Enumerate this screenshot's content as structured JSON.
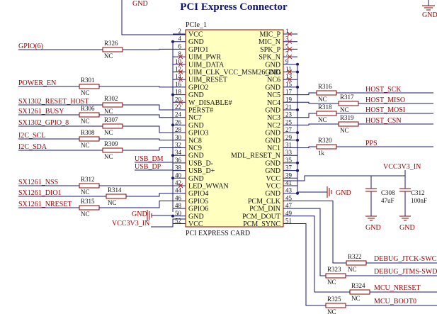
{
  "title": "PCI Express Connector",
  "top_gnd_label": "GND",
  "connector": {
    "ref": "PCIe_1",
    "name": "PCI EXPRESS CARD",
    "left_pins": [
      {
        "num": "2",
        "name": "VCC"
      },
      {
        "num": "4",
        "name": "GND"
      },
      {
        "num": "6",
        "name": "GPIO1"
      },
      {
        "num": "8",
        "name": "UIM_PWR"
      },
      {
        "num": "10",
        "name": "UIM_DATA"
      },
      {
        "num": "12",
        "name": "UIM_CLK_VCC_MSM26_DIG"
      },
      {
        "num": "14",
        "name": "UIM_RESET"
      },
      {
        "num": "16",
        "name": "GPIO2"
      },
      {
        "num": "18",
        "name": "GND"
      },
      {
        "num": "20",
        "name": "W_DISABLE#"
      },
      {
        "num": "22",
        "name": "PERST#"
      },
      {
        "num": "24",
        "name": "NC7"
      },
      {
        "num": "26",
        "name": "GND"
      },
      {
        "num": "28",
        "name": "GPIO3"
      },
      {
        "num": "30",
        "name": "NC8"
      },
      {
        "num": "32",
        "name": "NC9"
      },
      {
        "num": "34",
        "name": "GND"
      },
      {
        "num": "36",
        "name": "USB_D-"
      },
      {
        "num": "38",
        "name": "USB_D+"
      },
      {
        "num": "40",
        "name": "GND"
      },
      {
        "num": "42",
        "name": "LED_WWAN"
      },
      {
        "num": "44",
        "name": "GPIO4"
      },
      {
        "num": "46",
        "name": "GPIO5"
      },
      {
        "num": "48",
        "name": "GPIO6"
      },
      {
        "num": "50",
        "name": "GND"
      },
      {
        "num": "52",
        "name": "VCC"
      }
    ],
    "right_pins": [
      {
        "num": "1",
        "name": "MIC_P"
      },
      {
        "num": "3",
        "name": "MIC_N"
      },
      {
        "num": "5",
        "name": "SPK_P"
      },
      {
        "num": "7",
        "name": "SPK_N"
      },
      {
        "num": "9",
        "name": "GND"
      },
      {
        "num": "11",
        "name": "GND"
      },
      {
        "num": "13",
        "name": "NC6"
      },
      {
        "num": "15",
        "name": "GND"
      },
      {
        "num": "17",
        "name": "NC5"
      },
      {
        "num": "19",
        "name": "NC4"
      },
      {
        "num": "21",
        "name": "GND"
      },
      {
        "num": "23",
        "name": "NC3"
      },
      {
        "num": "25",
        "name": "NC2"
      },
      {
        "num": "27",
        "name": "GND"
      },
      {
        "num": "29",
        "name": "GND"
      },
      {
        "num": "31",
        "name": "NC1"
      },
      {
        "num": "33",
        "name": "MDL_RESET_N"
      },
      {
        "num": "35",
        "name": "GND"
      },
      {
        "num": "37",
        "name": "GND"
      },
      {
        "num": "39",
        "name": "VCC"
      },
      {
        "num": "41",
        "name": "VCC"
      },
      {
        "num": "43",
        "name": "GND"
      },
      {
        "num": "45",
        "name": "PCM_CLK"
      },
      {
        "num": "47",
        "name": "PCM_DIN"
      },
      {
        "num": "49",
        "name": "PCM_DOUT"
      },
      {
        "num": "51",
        "name": "PCM_SYNC"
      }
    ]
  },
  "left_nets": [
    {
      "label": "GPIO(6)",
      "ref": "R326",
      "val": "NC"
    },
    {
      "label": "POWER_EN",
      "ref": "R301",
      "val": "NC"
    },
    {
      "label": "SX1302_RESET_HOST",
      "ref": "R302",
      "val": "NC"
    },
    {
      "label": "SX1261_BUSY",
      "ref": "R306",
      "val": "NC"
    },
    {
      "label": "SX1302_GPIO_8",
      "ref": "R307",
      "val": "NC"
    },
    {
      "label": "I2C_SCL",
      "ref": "R308",
      "val": "NC"
    },
    {
      "label": "I2C_SDA",
      "ref": "R309",
      "val": "NC"
    },
    {
      "label": "SX1261_NSS",
      "ref": "R312",
      "val": "NC"
    },
    {
      "label": "SX1261_DIO1",
      "ref": "R314",
      "val": "NC"
    },
    {
      "label": "SX1261_NRESET",
      "ref": "R315",
      "val": "NC"
    }
  ],
  "usb_labels": {
    "dm": "USB_DM",
    "dp": "USB_DP"
  },
  "gnd_left": "GND",
  "vcc_left": "VCC3V3_IN",
  "right_nets": [
    {
      "label": "HOST_SCK",
      "ref": "R316",
      "val": "NC"
    },
    {
      "label": "HOST_MISO",
      "ref": "R317",
      "val": "NC"
    },
    {
      "label": "HOST_MOSI",
      "ref": "R318",
      "val": "NC"
    },
    {
      "label": "HOST_CSN",
      "ref": "R319",
      "val": "NC"
    },
    {
      "label": "PPS",
      "ref": "R320",
      "val": "1k"
    }
  ],
  "power_right": {
    "vcc": "VCC3V3_IN",
    "gnd": "GND",
    "caps": [
      {
        "ref": "C308",
        "val": "47uF"
      },
      {
        "ref": "C312",
        "val": "100nF"
      }
    ],
    "gnd1": "GND",
    "gnd2": "GND"
  },
  "debug_nets": [
    {
      "label": "DEBUG_JTCK-SWCLK",
      "ref": "R322",
      "val": "NC"
    },
    {
      "label": "DEBUG_JTMS-SWDIO",
      "ref": "R323",
      "val": "NC"
    },
    {
      "label": "MCU_NRESET",
      "ref": "R324",
      "val": "NC"
    },
    {
      "label": "MCU_BOOT0",
      "ref": "R325",
      "val": "NC"
    }
  ]
}
